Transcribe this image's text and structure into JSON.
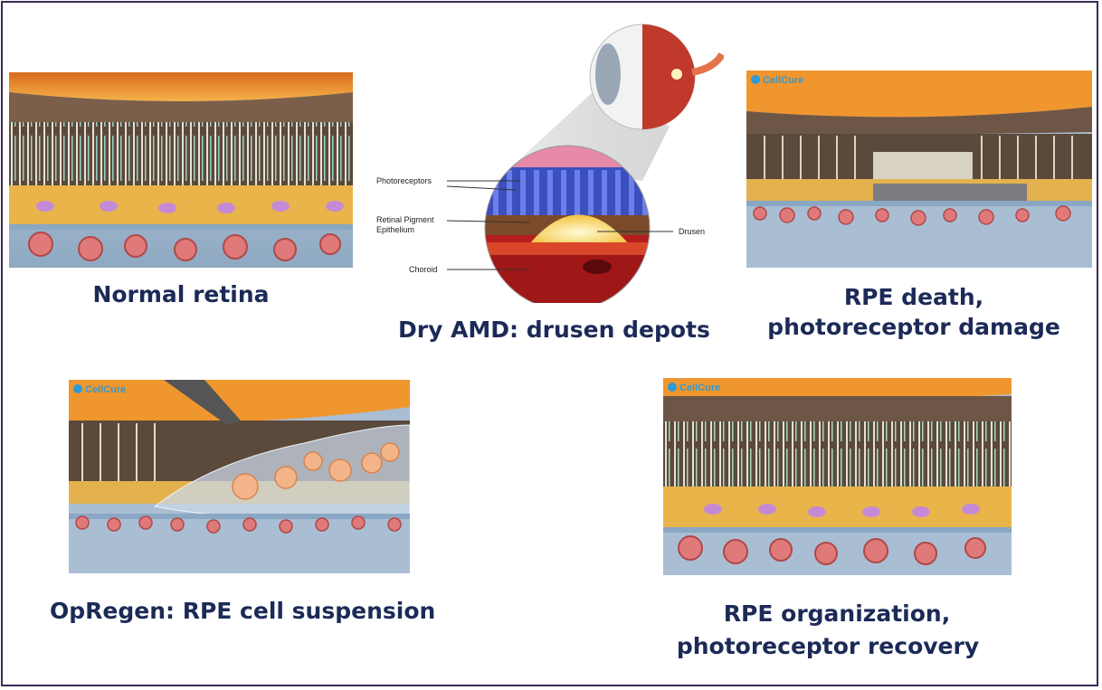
{
  "panels": {
    "normal": {
      "caption": "Normal retina"
    },
    "dry_amd": {
      "caption": "Dry AMD: drusen depots",
      "labels": {
        "photoreceptors": "Photoreceptors",
        "rpe_line1": "Retinal Pigment",
        "rpe_line2": "Epithelium",
        "choroid": "Choroid",
        "drusen": "Drusen"
      }
    },
    "rpe_death": {
      "caption_line1": "RPE death,",
      "caption_line2": "photoreceptor damage",
      "logo": "CellCure"
    },
    "opregen": {
      "caption": "OpRegen: RPE cell suspension",
      "logo": "CellCure"
    },
    "recovery": {
      "caption_line1": "RPE organization,",
      "caption_line2": "photoreceptor recovery",
      "logo": "CellCure"
    }
  },
  "colors": {
    "caption": "#1c2a57",
    "frame": "#3b2a56",
    "sclera_orange": "#f29a2e",
    "rpe_yellow": "#e9b44a",
    "choroid_blue": "#9fb8cf",
    "vessel_pink": "#e07a7a",
    "drusen": "#fff3a0",
    "photoreceptor_blue": "#3c4fbf"
  }
}
